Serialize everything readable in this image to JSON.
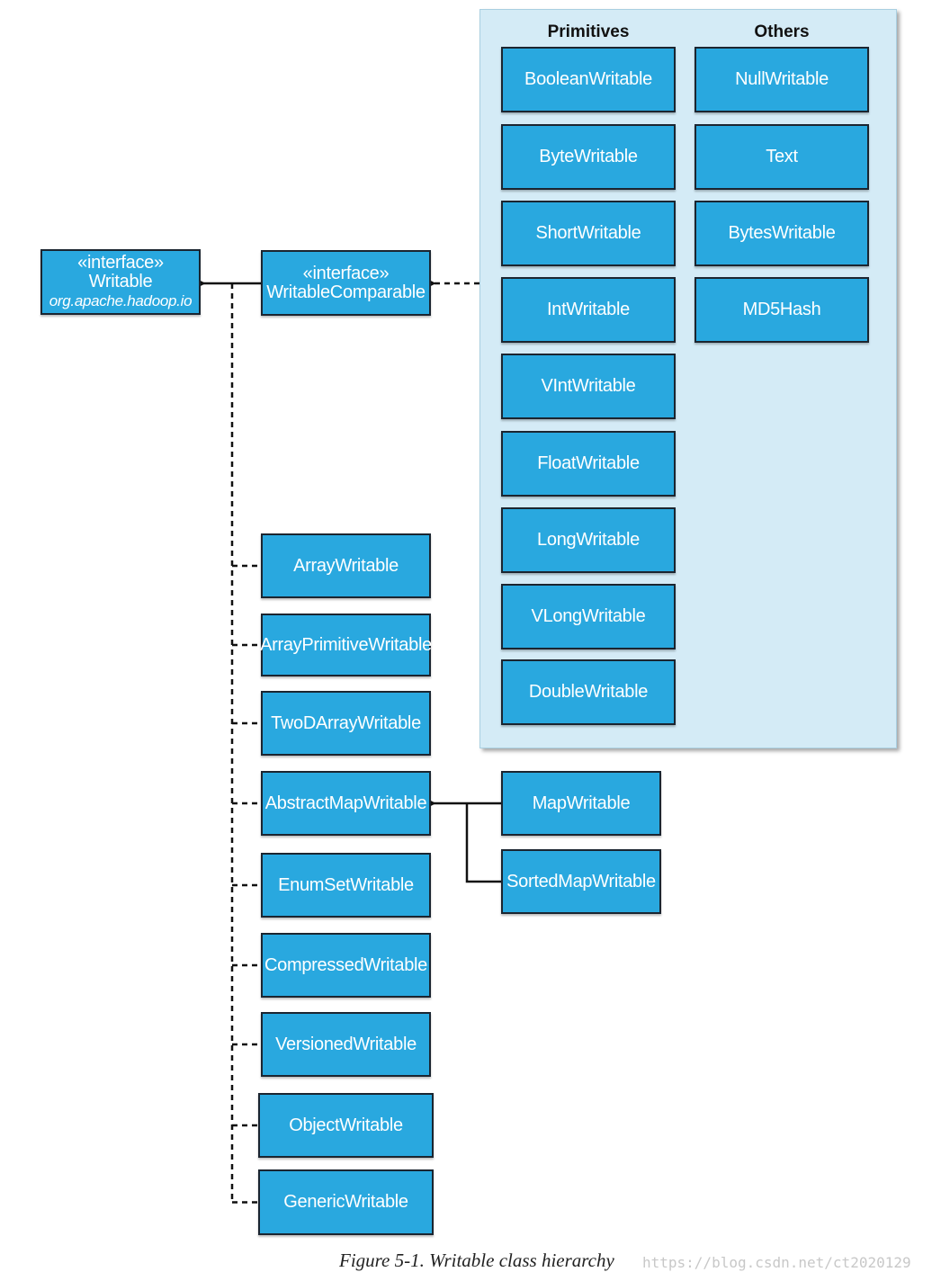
{
  "diagram": {
    "root": {
      "stereotype": "«interface»",
      "name": "Writable",
      "package": "org.apache.hadoop.io"
    },
    "comparable": {
      "stereotype": "«interface»",
      "name": "WritableComparable"
    },
    "primitives_header": "Primitives",
    "others_header": "Others",
    "primitives": [
      "BooleanWritable",
      "ByteWritable",
      "ShortWritable",
      "IntWritable",
      "VIntWritable",
      "FloatWritable",
      "LongWritable",
      "VLongWritable",
      "DoubleWritable"
    ],
    "others": [
      "NullWritable",
      "Text",
      "BytesWritable",
      "MD5Hash"
    ],
    "writable_impls": [
      "ArrayWritable",
      "ArrayPrimitiveWritable",
      "TwoDArrayWritable",
      "AbstractMapWritable",
      "EnumSetWritable",
      "CompressedWritable",
      "VersionedWritable",
      "ObjectWritable",
      "GenericWritable"
    ],
    "map_impls": [
      "MapWritable",
      "SortedMapWritable"
    ],
    "colors": {
      "box_fill": "#29a8df",
      "box_border": "#1b2530",
      "panel_fill": "#d4ebf6",
      "line": "#111111"
    }
  },
  "caption": "Figure 5-1. Writable class hierarchy",
  "watermark": "https://blog.csdn.net/ct2020129"
}
